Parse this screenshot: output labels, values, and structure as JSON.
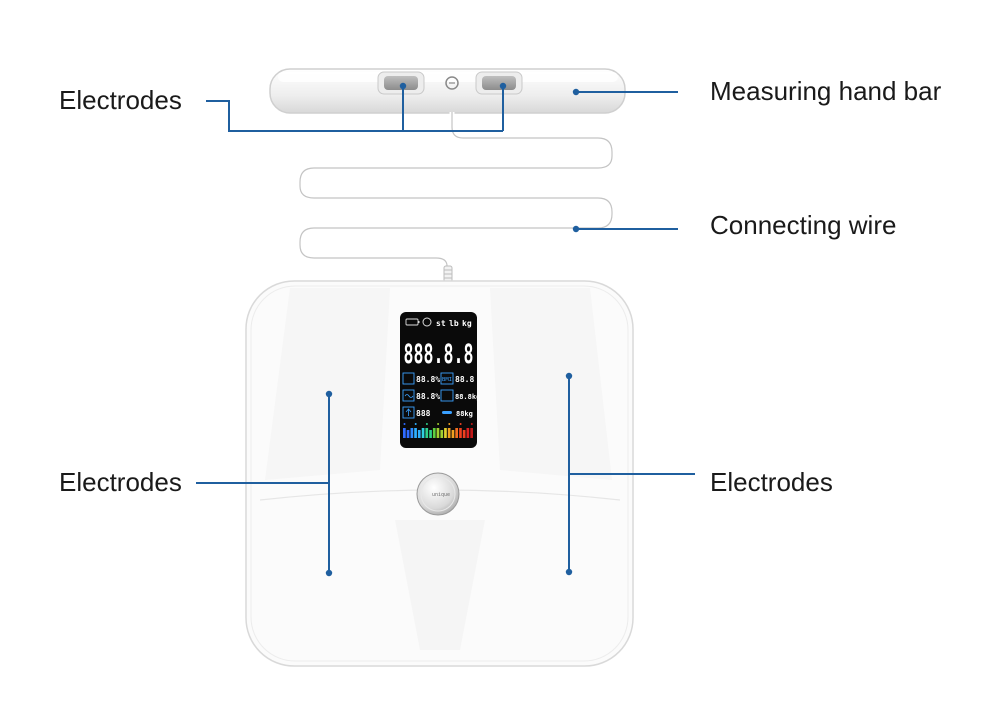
{
  "labels": {
    "electrodes_top": "Electrodes",
    "hand_bar": "Measuring hand bar",
    "wire": "Connecting wire",
    "electrodes_left": "Electrodes",
    "electrodes_right": "Electrodes"
  },
  "display": {
    "units": [
      "st",
      "lb",
      "kg"
    ],
    "main_digits": "888.8.8",
    "rows": [
      {
        "left": "88.8%",
        "right_icon": "BMI",
        "right": "88.8"
      },
      {
        "left": "88.8%",
        "right": "88.8kg"
      },
      {
        "left": "888",
        "right": "88kg"
      }
    ]
  },
  "button_brand": "unique",
  "colors": {
    "leader_line": "#1f5f9f",
    "lcd_background": "#0a0a0a",
    "lcd_digits": "#ffffff",
    "lcd_icons": "#3aa0ff",
    "scale_body": "#fbfbfb",
    "scale_edge": "#dcdcdc"
  }
}
